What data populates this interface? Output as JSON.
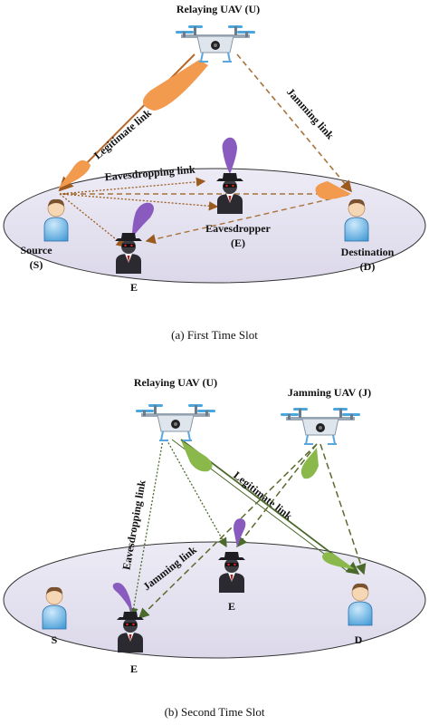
{
  "panel_a": {
    "caption": "(a) First Time Slot",
    "relay_label": "Relaying UAV (U)",
    "source_label": "Source",
    "source_abbr": "(S)",
    "destination_label": "Destination",
    "destination_abbr": "(D)",
    "eavesdropper_label": "Eavesdropper",
    "eavesdropper_abbr": "(E)",
    "eve_label": "E",
    "legitimate_link": "Legitimate link",
    "jamming_link": "Jamming link",
    "eavesdropping_link": "Eavesdropping link"
  },
  "panel_b": {
    "caption": "(b) Second Time Slot",
    "relay_label": "Relaying UAV (U)",
    "jammer_label": "Jamming UAV (J)",
    "source_label": "S",
    "destination_label": "D",
    "eve_label_center": "E",
    "eve_label_left": "E",
    "legitimate_link": "Legitimate link",
    "jamming_link": "Jamming link",
    "eavesdropping_link": "Eavesdropping link"
  },
  "colors": {
    "legit_a": "#b8662a",
    "jam_a": "#a8733a",
    "eaves_a": "#9c5a1e",
    "beam_orange": "#f29a4e",
    "beam_purple": "#8a5bbf",
    "beam_green": "#8ab84a",
    "link_green": "#4a6a2c",
    "ellipse_fill": "#e7e4f2"
  }
}
